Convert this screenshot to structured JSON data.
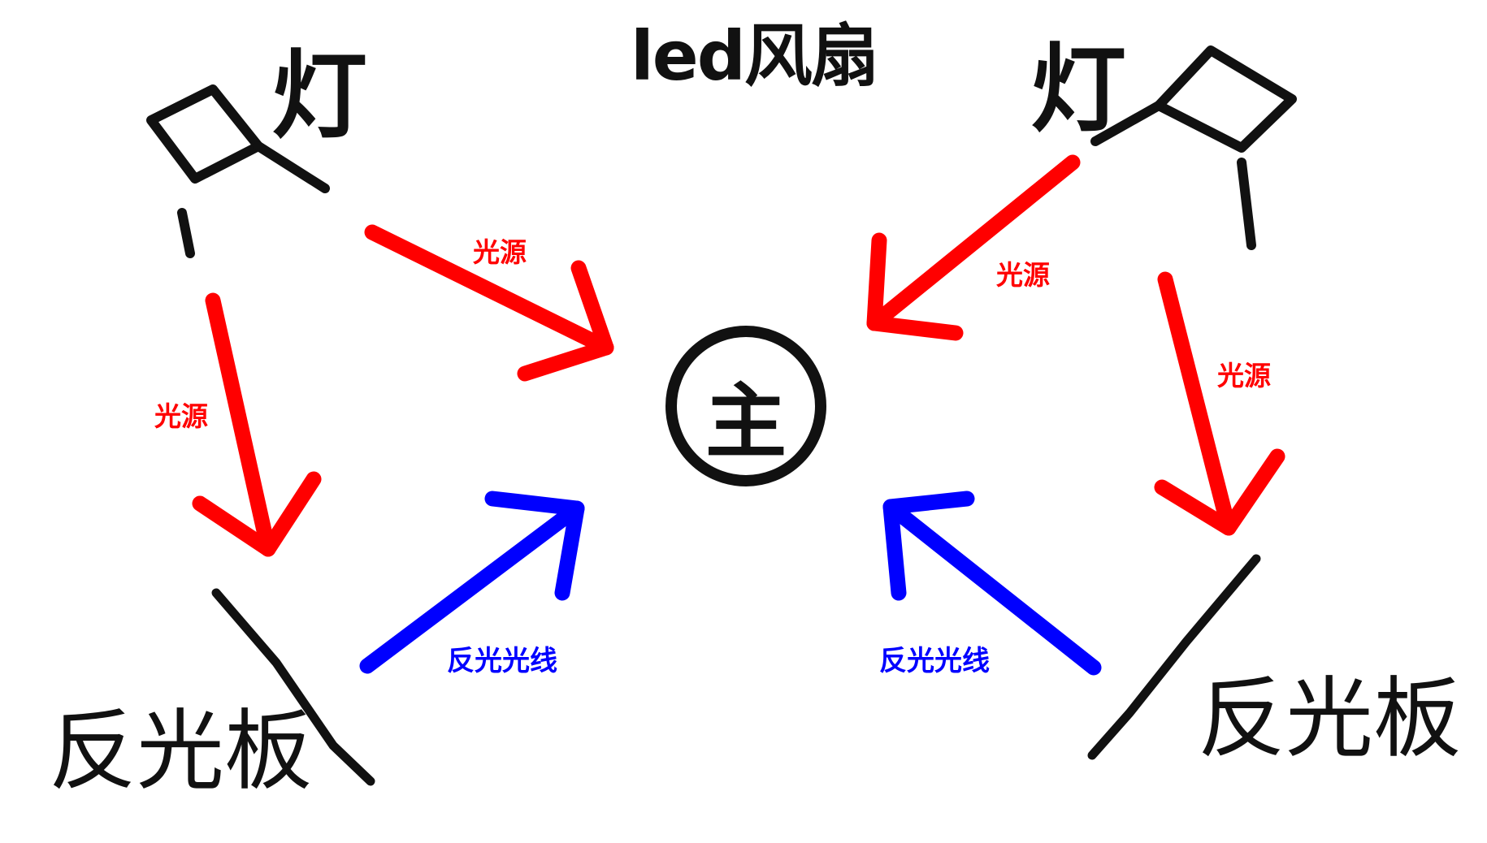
{
  "title": "led风扇",
  "lamps": {
    "left": "灯",
    "right": "灯"
  },
  "reflectors": {
    "left": "反光板",
    "right": "反光板"
  },
  "subject": "主",
  "light_source_labels": [
    "光源",
    "光源",
    "光源",
    "光源"
  ],
  "reflected_light_labels": [
    "反光光线",
    "反光光线"
  ],
  "colors": {
    "light_source": "#ff0000",
    "reflected_light": "#0000ff",
    "ink": "#111111",
    "background": "#ffffff"
  }
}
